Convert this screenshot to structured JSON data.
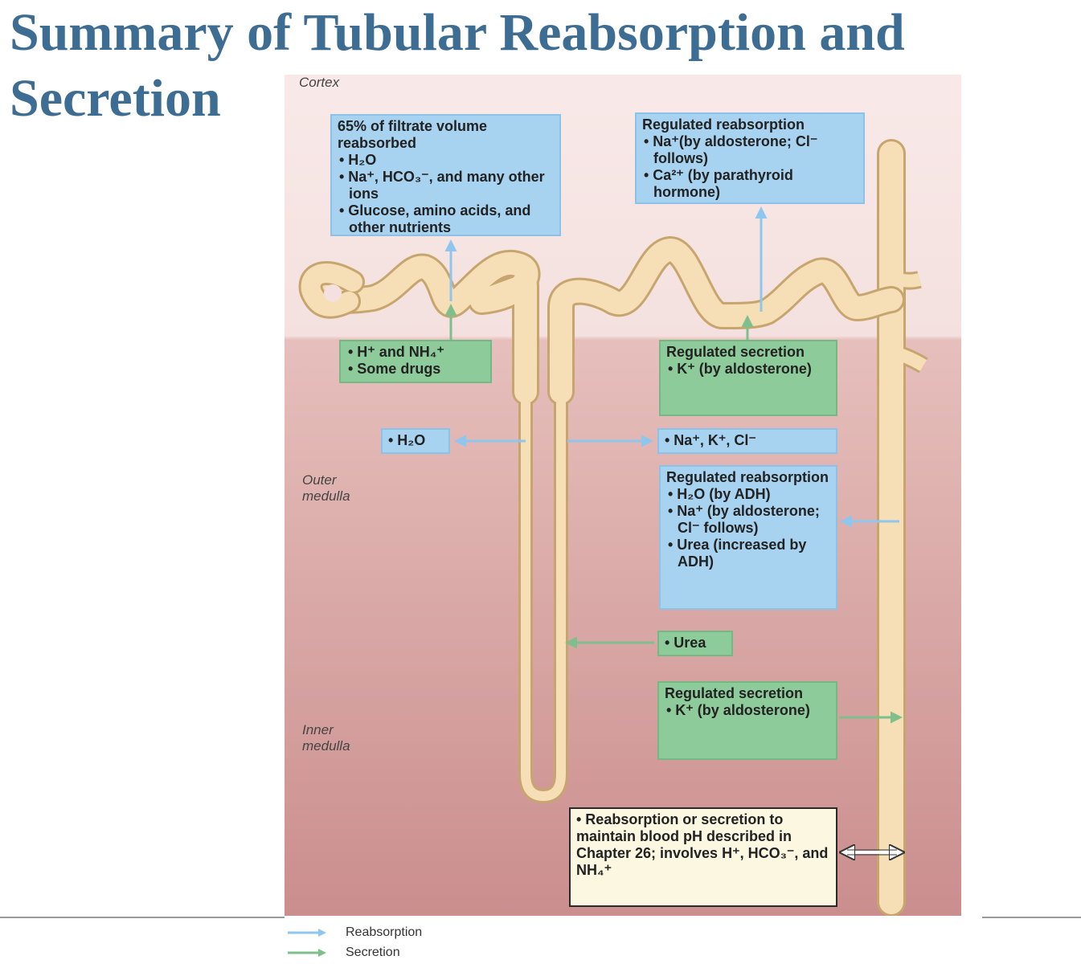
{
  "title": {
    "line1": "Summary of Tubular Reabsorption and",
    "line2": "Secretion"
  },
  "zones": {
    "cortex": "Cortex",
    "outer_medulla": "Outer\nmedulla",
    "inner_medulla": "Inner\nmedulla"
  },
  "boxes": {
    "pct": {
      "header": "65% of filtrate volume reabsorbed",
      "items": [
        "• H₂O",
        "• Na⁺, HCO₃⁻, and many other ions",
        "• Glucose, amino acids, and other nutrients"
      ]
    },
    "dct": {
      "header": "Regulated reabsorption",
      "items": [
        "• Na⁺(by aldosterone; Cl⁻ follows)",
        "• Ca²⁺ (by parathyroid hormone)"
      ]
    },
    "pct_sec": {
      "items": [
        "• H⁺ and NH₄⁺",
        "• Some drugs"
      ]
    },
    "dct_sec": {
      "header": "Regulated secretion",
      "items": [
        "• K⁺ (by aldosterone)"
      ]
    },
    "desc_water": {
      "text": "• H₂O"
    },
    "asc_ions": {
      "text": "• Na⁺, K⁺, Cl⁻"
    },
    "cd_reab": {
      "header": "Regulated reabsorption",
      "items": [
        "• H₂O (by ADH)",
        "• Na⁺ (by aldosterone; Cl⁻ follows)",
        "• Urea (increased by ADH)"
      ]
    },
    "urea": {
      "text": "• Urea"
    },
    "cd_sec": {
      "header": "Regulated secretion",
      "items": [
        "• K⁺ (by aldosterone)"
      ]
    },
    "ph": {
      "text": "• Reabsorption or secretion to maintain blood pH described in Chapter 26; involves H⁺, HCO₃⁻, and NH₄⁺"
    }
  },
  "legend": {
    "reabsorption": "Reabsorption",
    "secretion": "Secretion"
  },
  "colors": {
    "title": "#3e6d93",
    "reabsorption_arrow": "#8ec6ee",
    "secretion_arrow": "#7fbf8c",
    "tubule_fill": "#f6dfb6",
    "tubule_outline": "#c7a56e"
  }
}
